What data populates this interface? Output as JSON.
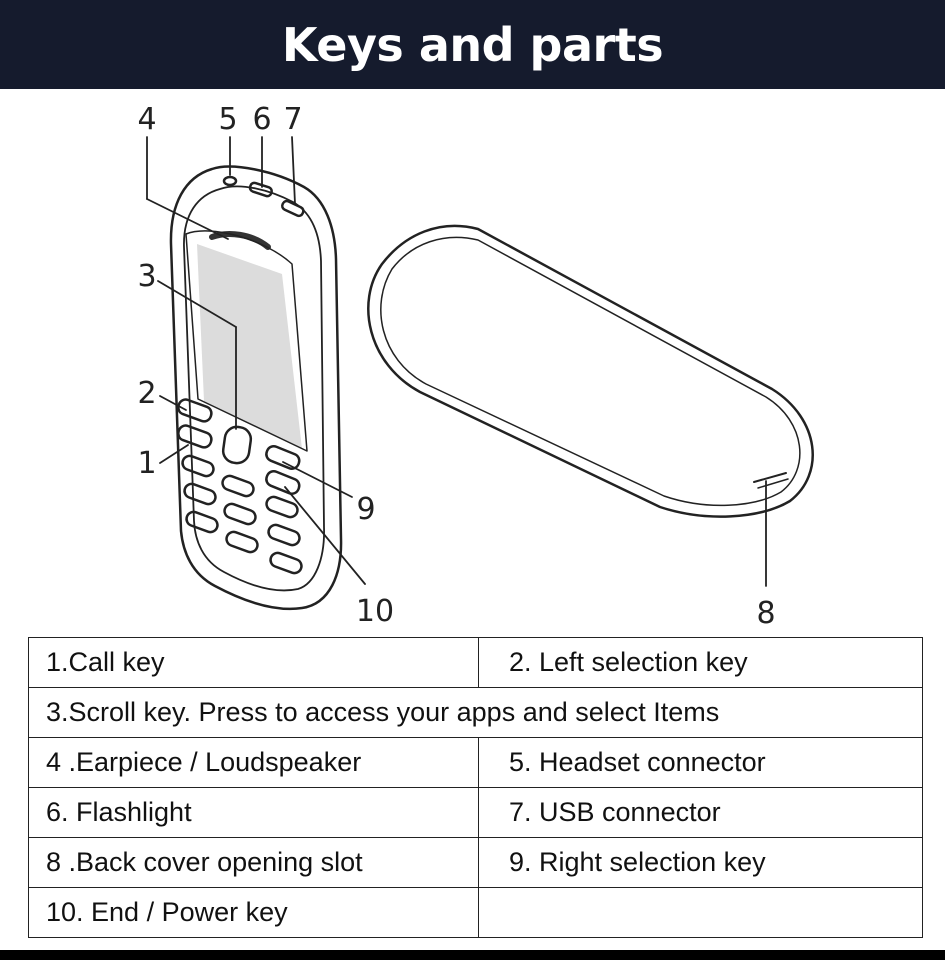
{
  "title": "Keys and parts",
  "callouts": {
    "c1": "1",
    "c2": "2",
    "c3": "3",
    "c4": "4",
    "c5": "5",
    "c6": "6",
    "c7": "7",
    "c8": "8",
    "c9": "9",
    "c10": "10"
  },
  "parts_table": {
    "rows": [
      {
        "left": "1.Call key",
        "right": "2. Left selection key"
      },
      {
        "full": "3.Scroll key. Press to access your apps and select Items"
      },
      {
        "left": "4 .Earpiece / Loudspeaker",
        "right": "5. Headset connector"
      },
      {
        "left": "6. Flashlight",
        "right": "7. USB connector"
      },
      {
        "left": "8 .Back cover opening slot",
        "right": "9. Right selection key"
      },
      {
        "left": "10. End / Power key",
        "right": ""
      }
    ]
  },
  "colors": {
    "header_bg": "#151b2d",
    "header_text": "#ffffff",
    "screen_fill": "#dcdcdc",
    "line": "#222222"
  }
}
